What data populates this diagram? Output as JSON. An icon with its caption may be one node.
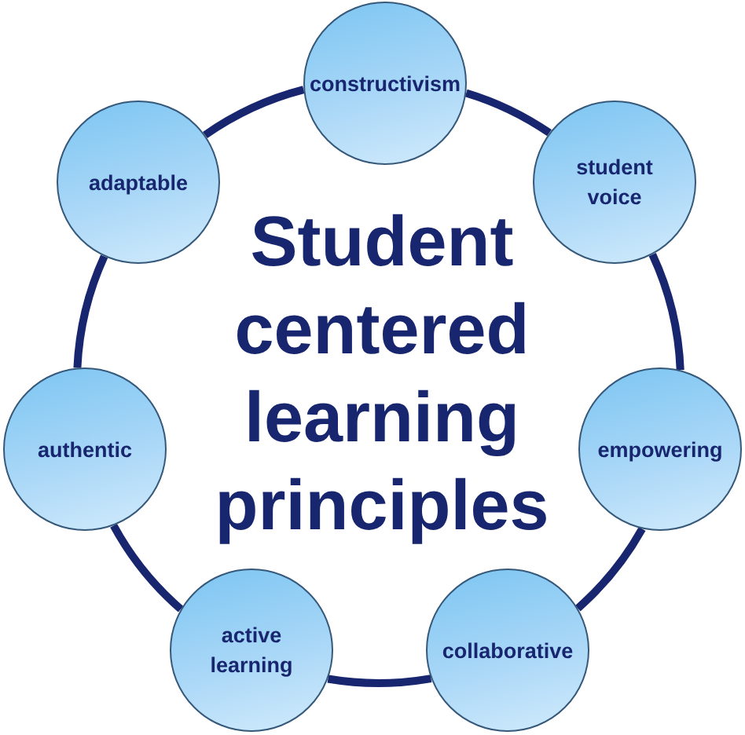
{
  "diagram": {
    "title": "Student centered learning principles",
    "nodes": [
      {
        "text": [
          "constructivism"
        ]
      },
      {
        "text": [
          "adaptable"
        ]
      },
      {
        "text": [
          "student voice"
        ]
      },
      {
        "text": [
          "authentic"
        ]
      },
      {
        "text": [
          "empowering"
        ]
      },
      {
        "text": [
          "active learning"
        ]
      },
      {
        "text": [
          "collaborative"
        ]
      }
    ],
    "edges": [
      {
        "from": 0,
        "to": 2,
        "arrow": "none"
      },
      {
        "from": 2,
        "to": 4,
        "arrow": "none"
      },
      {
        "from": 4,
        "to": 6,
        "arrow": "none"
      },
      {
        "from": 6,
        "to": 5,
        "arrow": "none"
      },
      {
        "from": 5,
        "to": 3,
        "arrow": "none"
      },
      {
        "from": 3,
        "to": 1,
        "arrow": "none"
      },
      {
        "from": 1,
        "to": 0,
        "arrow": "none"
      }
    ]
  }
}
